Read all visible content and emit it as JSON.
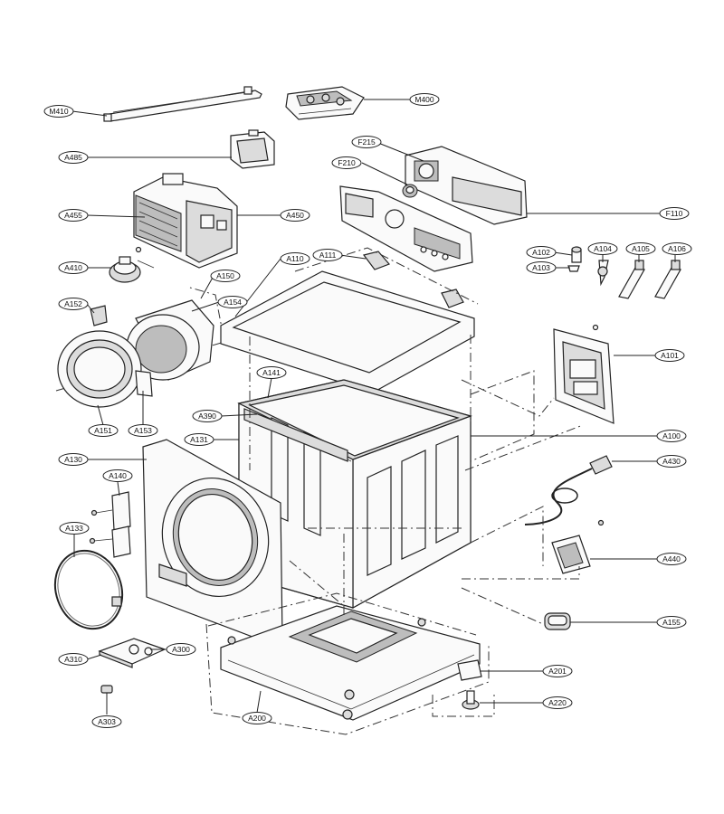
{
  "labels": {
    "M410": "M410",
    "M400": "M400",
    "A485": "A485",
    "F215": "F215",
    "F210": "F210",
    "A455": "A455",
    "A450": "A450",
    "F110": "F110",
    "A410": "A410",
    "A150": "A150",
    "A110": "A110",
    "A111": "A111",
    "A102": "A102",
    "A104": "A104",
    "A105": "A105",
    "A106": "A106",
    "A103": "A103",
    "A152": "A152",
    "A154": "A154",
    "A101": "A101",
    "A141": "A141",
    "A390": "A390",
    "A151": "A151",
    "A153": "A153",
    "A131": "A131",
    "A100": "A100",
    "A130": "A130",
    "A140": "A140",
    "A430": "A430",
    "A133": "A133",
    "A440": "A440",
    "A155": "A155",
    "A310": "A310",
    "A300": "A300",
    "A201": "A201",
    "A303": "A303",
    "A220": "A220",
    "A200": "A200"
  }
}
